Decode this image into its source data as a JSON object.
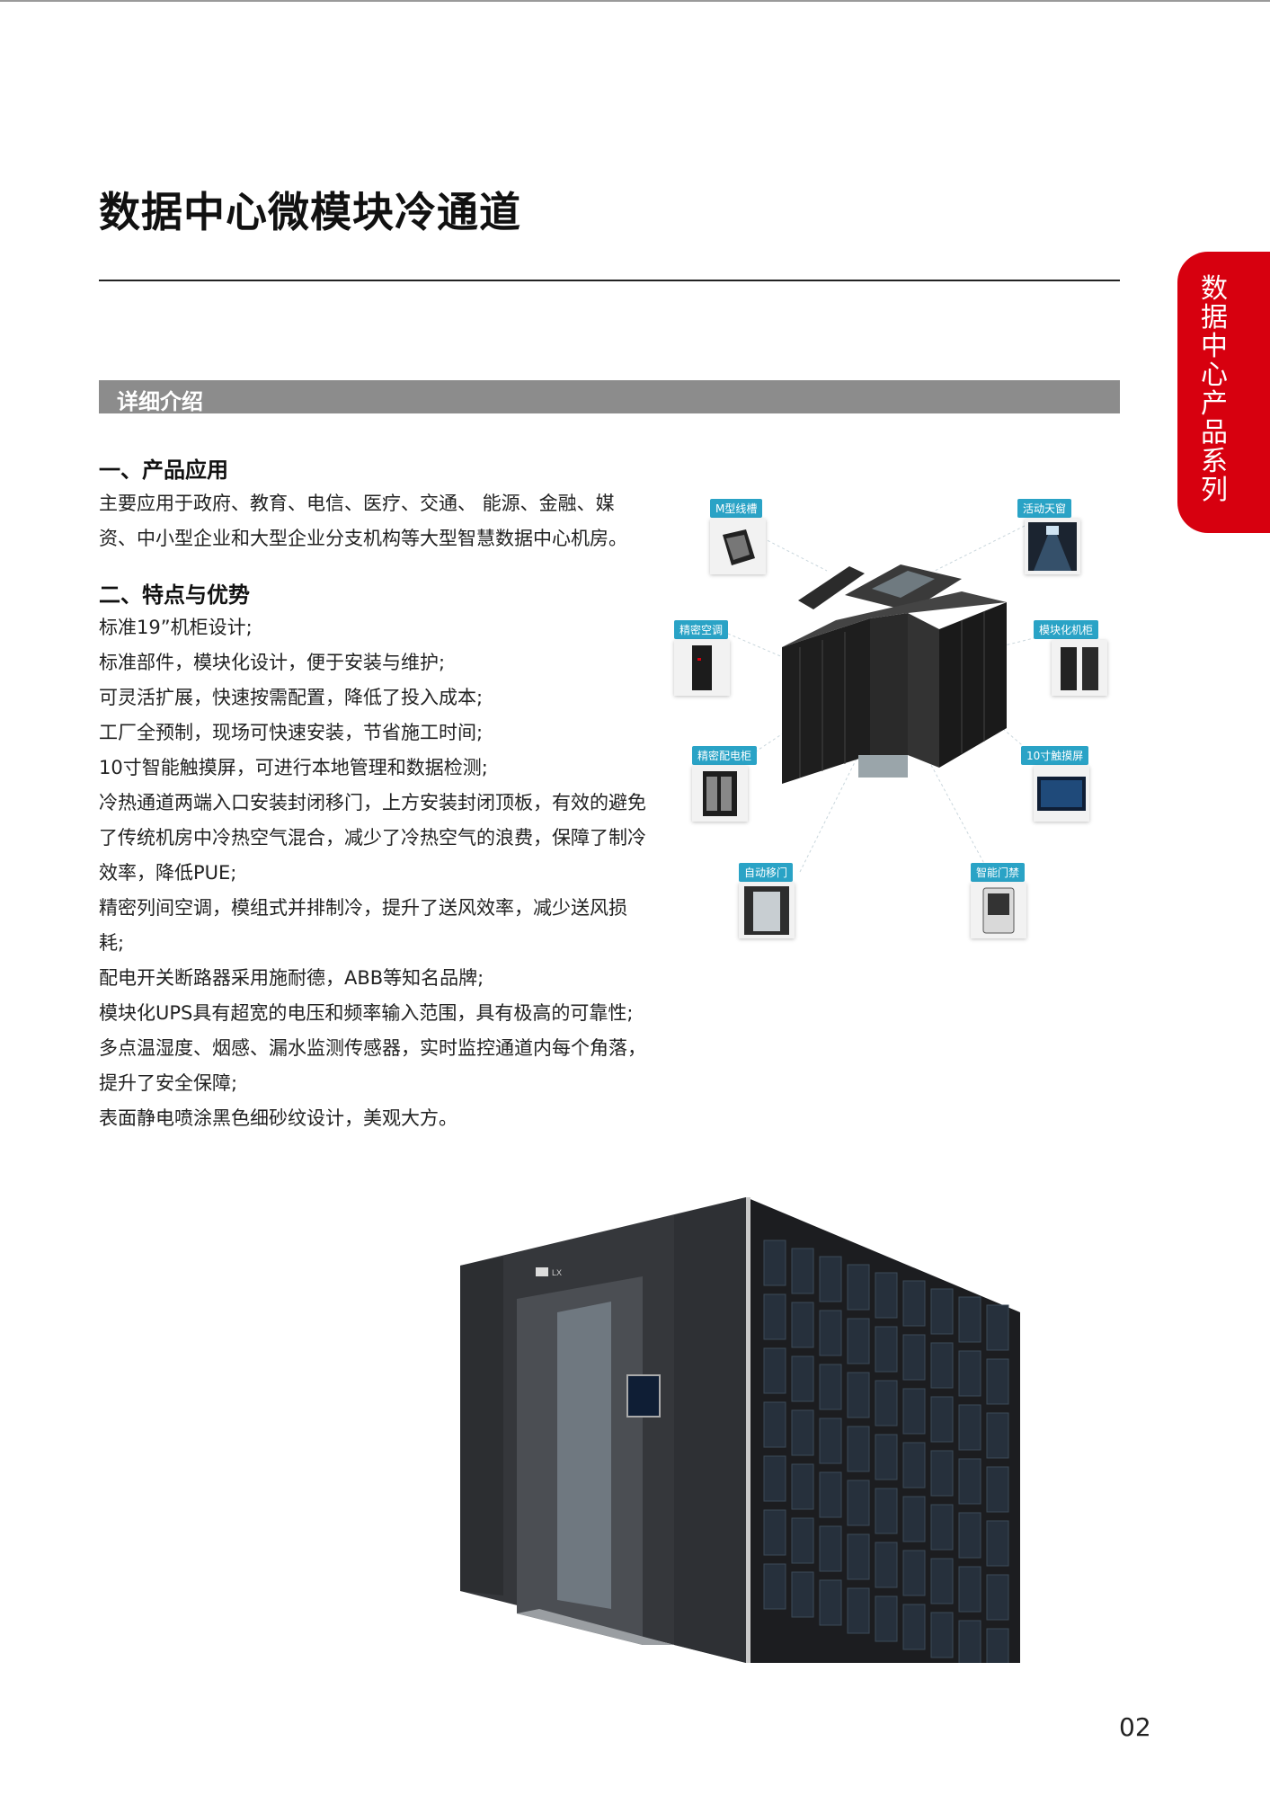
{
  "page": {
    "title": "数据中心微模块冷通道",
    "side_tab": "数据中心产品系列",
    "section_bar": "详细介绍",
    "page_number": "02",
    "accent_color": "#d7000f"
  },
  "application": {
    "heading": "一、产品应用",
    "text": "主要应用于政府、教育、电信、医疗、交通、 能源、金融、媒资、中小型企业和大型企业分支机构等大型智慧数据中心机房。"
  },
  "features": {
    "heading": "二、特点与优势",
    "items": [
      "标准19”机柜设计;",
      "标准部件，模块化设计，便于安装与维护;",
      "可灵活扩展，快速按需配置，降低了投入成本;",
      "工厂全预制，现场可快速安装，节省施工时间;",
      "10寸智能触摸屏，可进行本地管理和数据检测;",
      "冷热通道两端入口安装封闭移门，上方安装封闭顶板，有效的避免了传统机房中冷热空气混合，减少了冷热空气的浪费，保障了制冷效率，降低PUE;",
      "精密列间空调，模组式并排制冷，提升了送风效率，减少送风损耗;",
      "配电开关断路器采用施耐德，ABB等知名品牌;",
      "模块化UPS具有超宽的电压和频率输入范围，具有极高的可靠性;",
      "多点温湿度、烟感、漏水监测传感器，实时监控通道内每个角落，提升了安全保障;",
      "表面静电喷涂黑色细砂纹设计，美观大方。"
    ]
  },
  "diagram": {
    "callouts": [
      {
        "label": "M型线槽",
        "icon": "cable-tray-icon"
      },
      {
        "label": "活动天窗",
        "icon": "skylight-icon"
      },
      {
        "label": "精密空调",
        "icon": "precision-ac-icon"
      },
      {
        "label": "模块化机柜",
        "icon": "modular-cabinet-icon"
      },
      {
        "label": "精密配电柜",
        "icon": "pdu-cabinet-icon"
      },
      {
        "label": "10寸触摸屏",
        "icon": "touchscreen-icon"
      },
      {
        "label": "自动移门",
        "icon": "sliding-door-icon"
      },
      {
        "label": "智能门禁",
        "icon": "access-control-icon"
      }
    ]
  },
  "product_photo": {
    "brand": "LX"
  }
}
